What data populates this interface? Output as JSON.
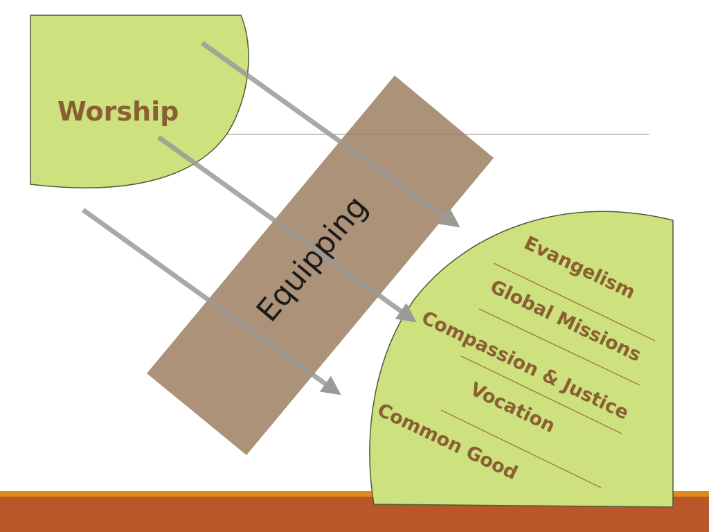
{
  "worship": {
    "label": "Worship"
  },
  "equipping": {
    "label": "Equipping"
  },
  "mission": {
    "items": [
      "Evangelism",
      "Global Missions",
      "Compassion & Justice",
      "Vocation",
      "Common Good"
    ]
  },
  "colors": {
    "shape_fill": "#cde17f",
    "shape_stroke": "#4d5a36",
    "label_text": "#8a6033",
    "band_fill": "#a8896b",
    "arrow": "#9a9a96",
    "footer_main": "#b9572a",
    "footer_accent": "#e08a1c"
  }
}
